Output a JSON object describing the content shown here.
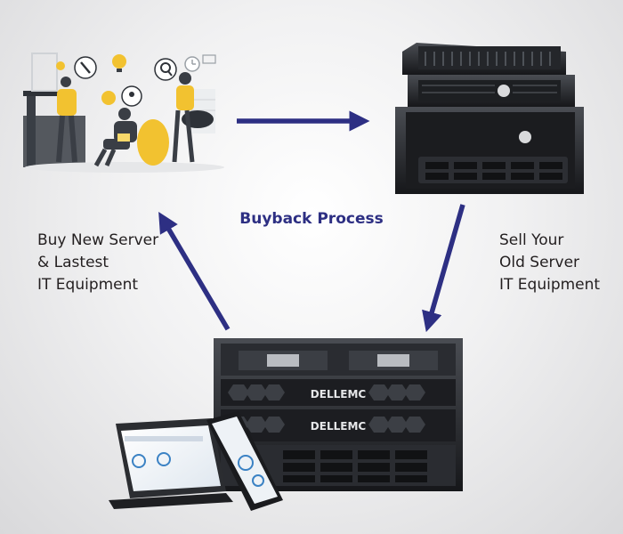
{
  "diagram": {
    "title": "Buyback Process",
    "steps": [
      {
        "id": "sell",
        "label": "Sell Your\nOld Server\nIT Equipment"
      },
      {
        "id": "buy",
        "label": "Buy New Server\n& Lastest\nIT Equipment"
      }
    ],
    "nodes": [
      {
        "id": "team",
        "icon": "team-meeting-illustration"
      },
      {
        "id": "storage",
        "icon": "storage-array-stack"
      },
      {
        "id": "new-equipment",
        "icon": "dell-emc-servers-and-laptops",
        "brand_text": "DELLEMC"
      }
    ],
    "colors": {
      "arrow": "#2d2f83",
      "title": "#2d2f83",
      "text": "#231f20"
    }
  }
}
